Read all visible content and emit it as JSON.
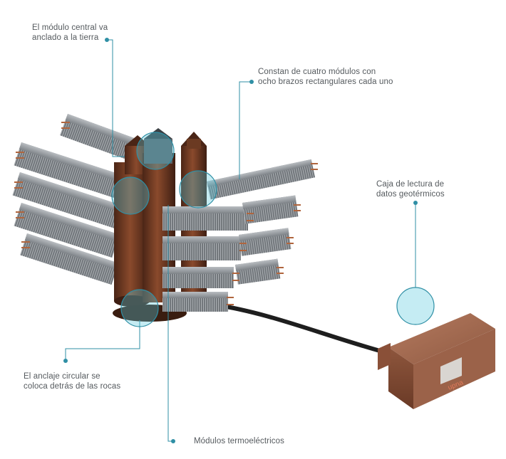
{
  "accent": "#2f8fa5",
  "annotations": {
    "anchor_central": {
      "line1": "El módulo central va",
      "line2": "anclado a la tierra"
    },
    "four_modules": {
      "line1": "Constan de cuatro módulos con",
      "line2": "ocho brazos rectangulares cada uno"
    },
    "reading_box": {
      "line1": "Caja de lectura de",
      "line2": "datos geotérmicos"
    },
    "circular_anchor": {
      "line1": "El anclaje circular se",
      "line2": "coloca detrás de las rocas"
    },
    "thermoelectric": {
      "line1": "Módulos termoeléctricos"
    }
  },
  "device": {
    "brand": "upna"
  },
  "icons": [
    "leader-dot",
    "callout-magnifier-circle"
  ]
}
